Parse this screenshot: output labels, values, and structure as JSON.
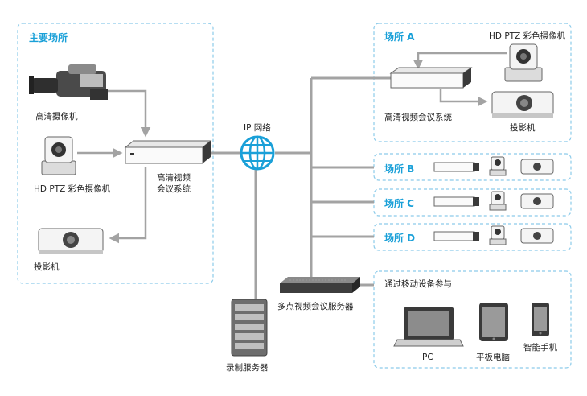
{
  "main_site": {
    "title": "主要场所",
    "camera_label": "高清摄像机",
    "ptz_label": "HD PTZ 彩色摄像机",
    "codec_label_line1": "高清视频",
    "codec_label_line2": "会议系统",
    "projector_label": "投影机"
  },
  "network": {
    "label": "IP 网络"
  },
  "site_a": {
    "title": "场所 A",
    "ptz_label": "HD PTZ 彩色摄像机",
    "codec_label": "高清视频会议系统",
    "projector_label": "投影机"
  },
  "site_b": {
    "title": "场所 B"
  },
  "site_c": {
    "title": "场所 C"
  },
  "site_d": {
    "title": "场所 D"
  },
  "mcu": {
    "label": "多点视频会议服务器"
  },
  "recorder": {
    "label": "录制服务器"
  },
  "mobile": {
    "title": "通过移动设备参与",
    "pc_label": "PC",
    "tablet_label": "平板电脑",
    "phone_label": "智能手机"
  },
  "colors": {
    "accent": "#1aa0d8",
    "line": "#a3a3a3",
    "box_border": "#8ccbea"
  }
}
